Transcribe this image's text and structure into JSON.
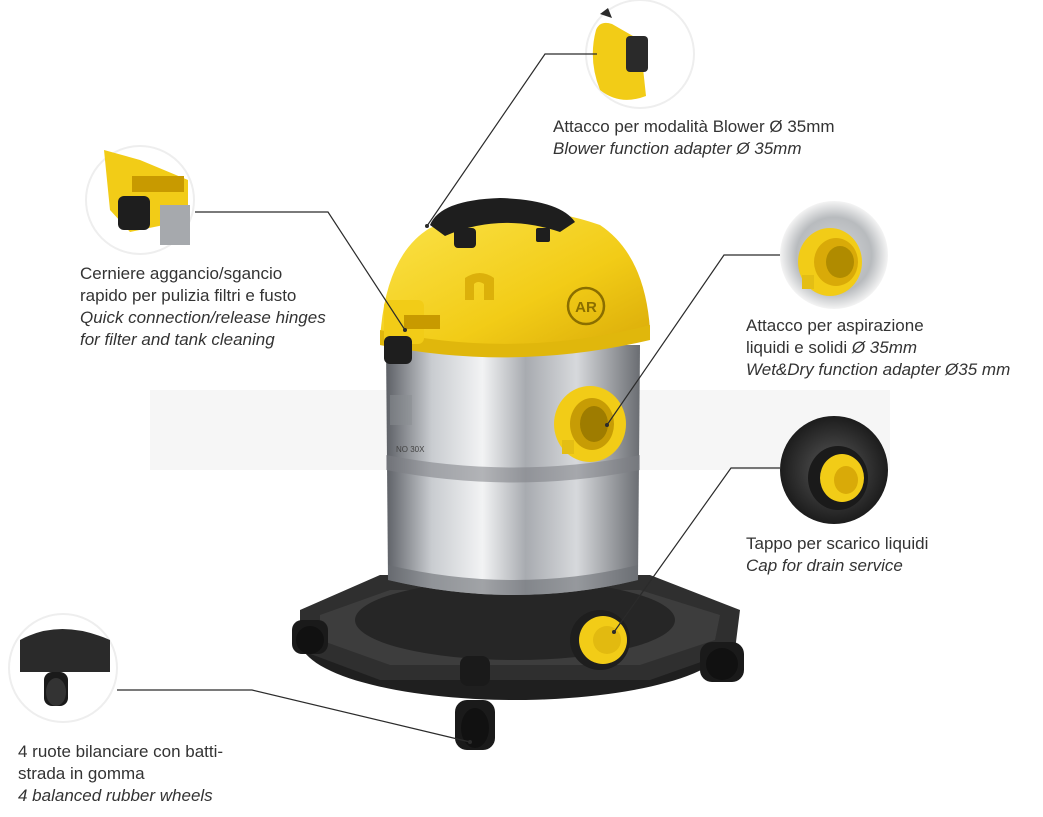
{
  "colors": {
    "accent_yellow": "#f5d11e",
    "body_steel": "#b9bcc0",
    "base_black": "#2a2a2a",
    "leader_line": "#2b2b2b",
    "text": "#333333"
  },
  "brand": {
    "logo_text": "AR"
  },
  "callouts": {
    "blower": {
      "it": "Attacco per modalità Blower  Ø 35mm",
      "en": "Blower function adapter Ø 35mm"
    },
    "hinges": {
      "it_line1": "Cerniere aggancio/sgancio",
      "it_line2": "rapido per pulizia filtri e fusto",
      "en_line1": "Quick connection/release hinges",
      "en_line2": "for filter and tank cleaning"
    },
    "wetdry": {
      "it_line1": "Attacco per aspirazione",
      "it_line2_plain": "liquidi e solidi ",
      "it_line2_italic": "Ø 35mm",
      "en": "Wet&Dry function adapter Ø35 mm"
    },
    "drain": {
      "it": "Tappo per scarico liquidi",
      "en": "Cap for drain service"
    },
    "wheels": {
      "it_line1": "4 ruote bilanciare con batti-",
      "it_line2": "strada in gomma",
      "en": "4 balanced rubber wheels"
    }
  }
}
